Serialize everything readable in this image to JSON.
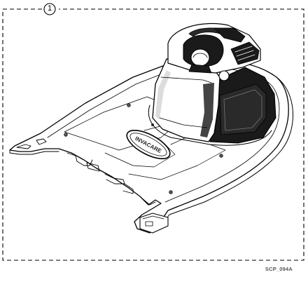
{
  "callout": {
    "number": "1"
  },
  "reference_code": "SCP_094A",
  "logo_text": "INVACARE"
}
